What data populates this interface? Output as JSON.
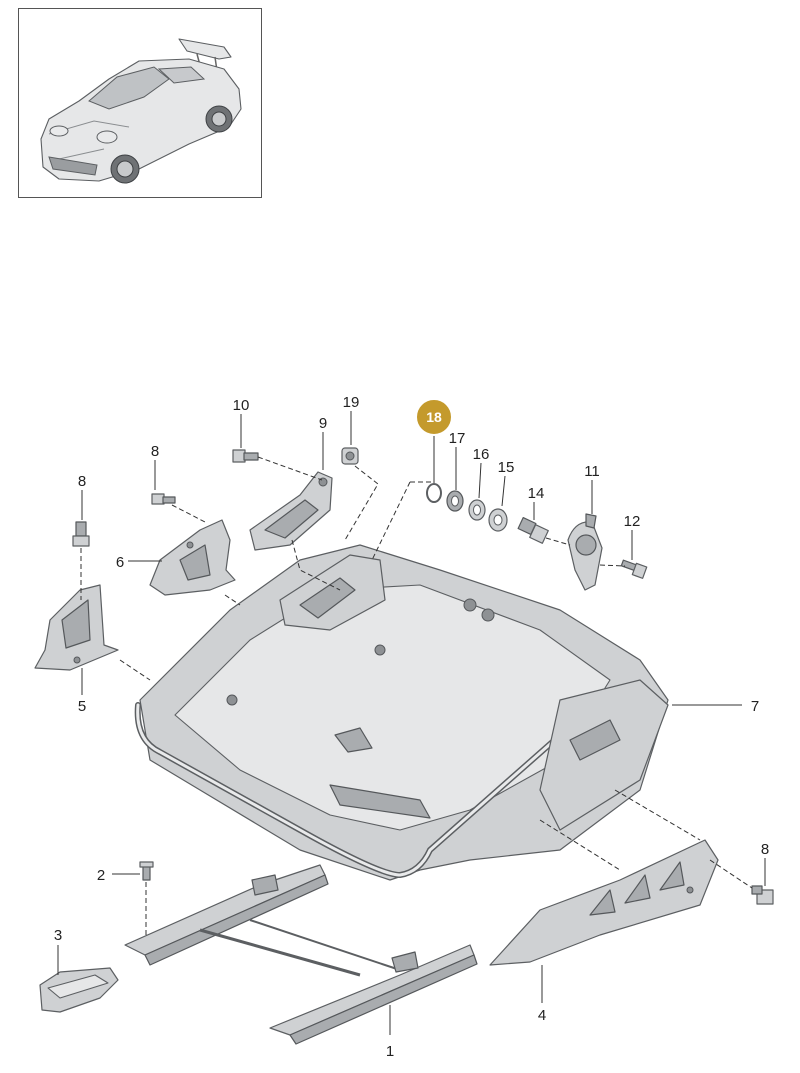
{
  "colors": {
    "highlight_fill": "#C49A2C",
    "highlight_text": "#FFFFFF",
    "line": "#333333",
    "part_fill": "#CFD1D3"
  },
  "highlighted_part": "18",
  "callouts": [
    {
      "id": "1",
      "label": "1"
    },
    {
      "id": "2",
      "label": "2"
    },
    {
      "id": "3",
      "label": "3"
    },
    {
      "id": "4",
      "label": "4"
    },
    {
      "id": "5",
      "label": "5"
    },
    {
      "id": "6",
      "label": "6"
    },
    {
      "id": "7",
      "label": "7"
    },
    {
      "id": "8a",
      "label": "8"
    },
    {
      "id": "8b",
      "label": "8"
    },
    {
      "id": "8c",
      "label": "8"
    },
    {
      "id": "9",
      "label": "9"
    },
    {
      "id": "10",
      "label": "10"
    },
    {
      "id": "11",
      "label": "11"
    },
    {
      "id": "12",
      "label": "12"
    },
    {
      "id": "14",
      "label": "14"
    },
    {
      "id": "15",
      "label": "15"
    },
    {
      "id": "16",
      "label": "16"
    },
    {
      "id": "17",
      "label": "17"
    },
    {
      "id": "18",
      "label": "18"
    },
    {
      "id": "19",
      "label": "19"
    }
  ]
}
